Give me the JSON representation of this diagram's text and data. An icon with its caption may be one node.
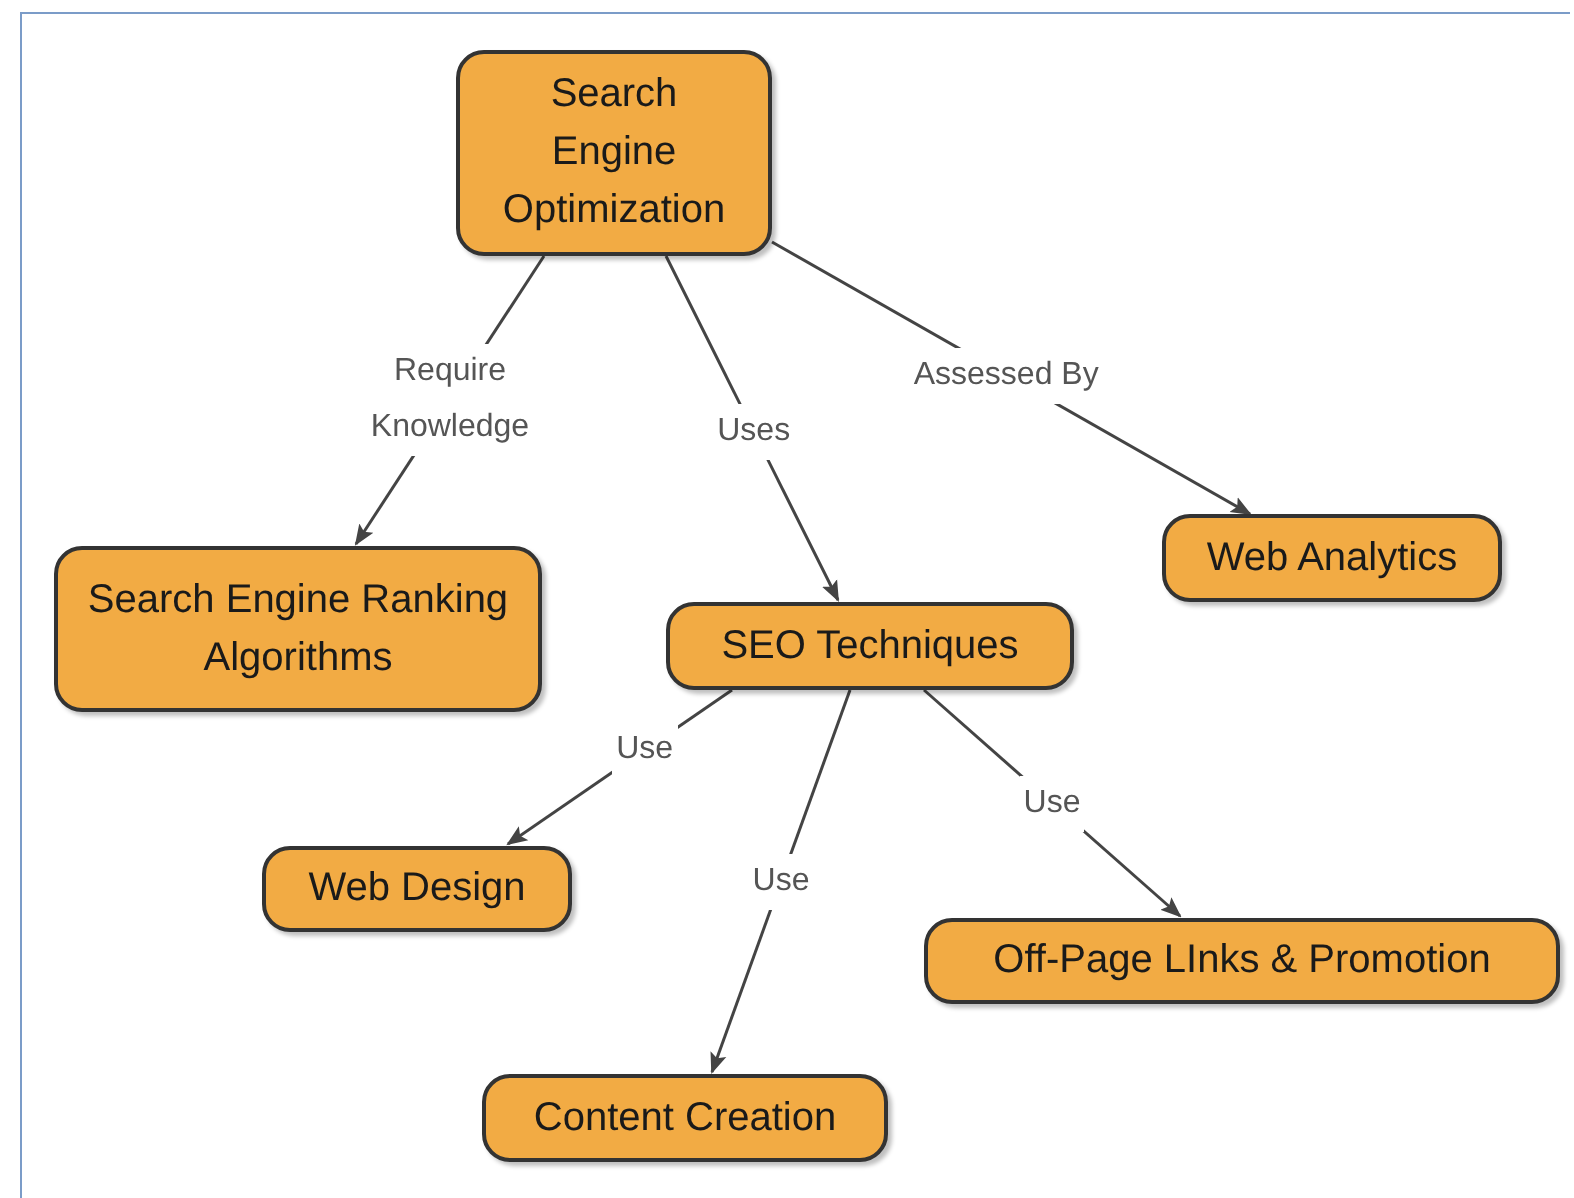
{
  "diagram": {
    "nodes": [
      {
        "text": [
          "Search Engine Optimization"
        ]
      },
      {
        "text": [
          "Search Engine Ranking Algorithms"
        ]
      },
      {
        "text": [
          "Web Analytics"
        ]
      },
      {
        "text": [
          "SEO Techniques"
        ]
      },
      {
        "text": [
          "Web Design"
        ]
      },
      {
        "text": [
          "Content Creation"
        ]
      },
      {
        "text": [
          "Off-Page LInks & Promotion"
        ]
      }
    ],
    "edges": [
      {
        "from": 0,
        "to": 1,
        "arrow": "to",
        "label": "Require Knowledge"
      },
      {
        "from": 0,
        "to": 3,
        "arrow": "to",
        "label": "Uses"
      },
      {
        "from": 0,
        "to": 2,
        "arrow": "to",
        "label": "Assessed By"
      },
      {
        "from": 3,
        "to": 4,
        "arrow": "to",
        "label": "Use"
      },
      {
        "from": 3,
        "to": 5,
        "arrow": "to",
        "label": "Use"
      },
      {
        "from": 3,
        "to": 6,
        "arrow": "to",
        "label": "Use"
      }
    ]
  }
}
